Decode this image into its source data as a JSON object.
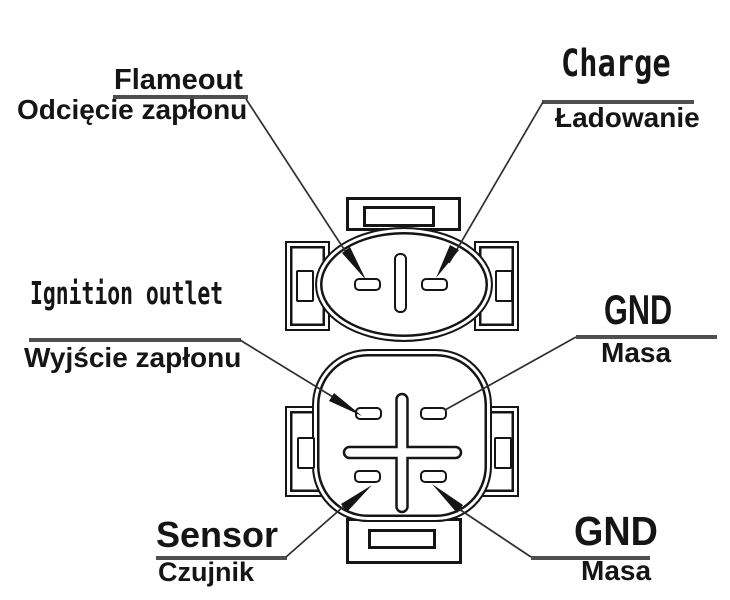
{
  "labels": {
    "flameout": {
      "en": "Flameout",
      "pl": "Odcięcie zapłonu"
    },
    "charge": {
      "en": "Charge",
      "pl": "Ładowanie"
    },
    "ignition_outlet": {
      "en": "Ignition outlet",
      "pl": "Wyjście zapłonu"
    },
    "gnd_middle": {
      "en": "GND",
      "pl": "Masa"
    },
    "sensor": {
      "en": "Sensor",
      "pl": "Czujnik"
    },
    "gnd_bottom": {
      "en": "GND",
      "pl": "Masa"
    }
  },
  "colors": {
    "ink": "#151515",
    "underline": "#4f4f4f",
    "background": "#ffffff"
  }
}
